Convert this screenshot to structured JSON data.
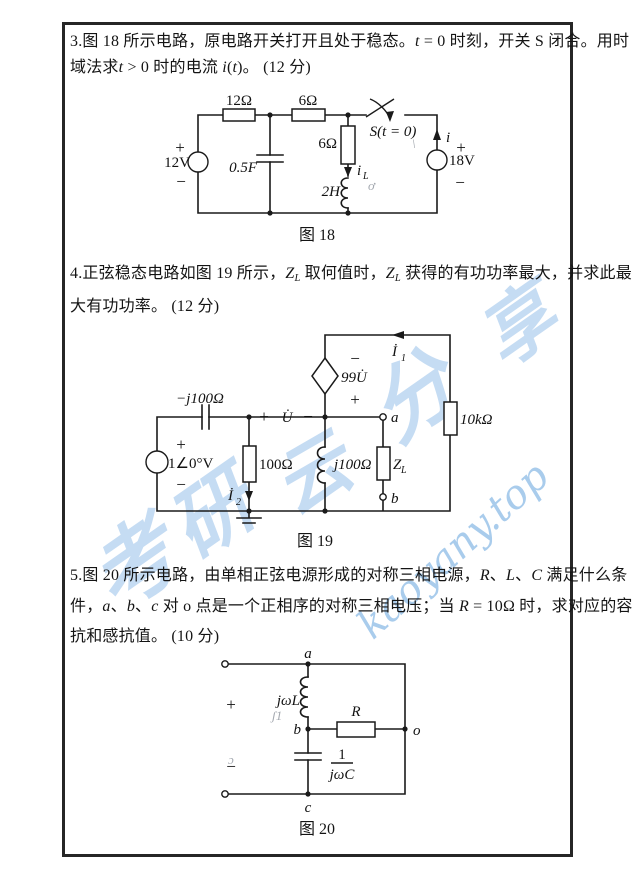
{
  "colors": {
    "ink": "#1a1a1a",
    "watermark_blue": "#8bbae7"
  },
  "problems": {
    "p3": {
      "l1_a": "3.图 18 所示电路，原电路开关打开且处于稳态。",
      "l1_b": "t",
      "l1_c": " = 0 时刻，开关 S 闭合。用时",
      "l2_a": "域法求",
      "l2_b": "t",
      "l2_c": " > 0 时的电流 ",
      "l2_d": "i",
      "l2_e": "(",
      "l2_f": "t",
      "l2_g": ")",
      "l2_h": "。 (12 分)"
    },
    "p4": {
      "l1_a": "4.正弦稳态电路如图 19 所示，",
      "l1_b": "Z",
      "l1_c": "L",
      "l1_d": " 取何值时，",
      "l1_e": "Z",
      "l1_f": "L",
      "l1_g": " 获得的有功功率最大，并求此最",
      "l2": "大有功功率。 (12 分)"
    },
    "p5": {
      "l1_a": "5.图 20 所示电路，由单相正弦电源形成的对称三相电源，",
      "l1_b": "R",
      "l1_c": "、",
      "l1_d": "L",
      "l1_e": "、",
      "l1_f": "C",
      "l1_g": " 满足什么条",
      "l2_a": "件，",
      "l2_b": "a",
      "l2_c": "、",
      "l2_d": "b",
      "l2_e": "、",
      "l2_f": "c",
      "l2_g": " 对 o 点是一个正相序的对称三相电压；当 ",
      "l2_h": "R",
      "l2_i": " = 10Ω 时，求对应的容",
      "l3": "抗和感抗值。 (10 分)"
    }
  },
  "figures": {
    "fig18": {
      "caption": "图 18",
      "r12": "12Ω",
      "r6_top": "6Ω",
      "r6_vert": "6Ω",
      "cap": "0.5F",
      "ind": "2H",
      "v_left": "12V",
      "v_right": "18V",
      "sw": "S(t = 0)",
      "i": "i",
      "iL_i": "i",
      "iL_sub": "L",
      "plus": "+",
      "minus": "−"
    },
    "fig19": {
      "caption": "图 19",
      "cap": "−j100Ω",
      "src": "1∠0°V",
      "r100": "100Ω",
      "ind": "j100Ω",
      "r10k": "10kΩ",
      "dep": "99U̇",
      "u": "U̇",
      "i1": "İ",
      "i1_sub": "1",
      "i2": "İ",
      "i2_sub": "2",
      "zl": "Z",
      "zl_sub": "L",
      "a": "a",
      "b": "b",
      "plus": "+",
      "minus": "−"
    },
    "fig20": {
      "caption": "图 20",
      "ind": "jωL",
      "r": "R",
      "cap_num": "1",
      "cap_den": "jωC",
      "a": "a",
      "b": "b",
      "c": "c",
      "o": "o",
      "plus": "+",
      "minus": "−"
    }
  },
  "watermark": {
    "chars": [
      "考",
      "研",
      "云",
      "分",
      "享"
    ],
    "site": "kaoyany.top"
  },
  "artifacts": {
    "a1": "ơ",
    "a2": "\\",
    "a3": "ʃ1",
    "a4": "ɔ"
  }
}
